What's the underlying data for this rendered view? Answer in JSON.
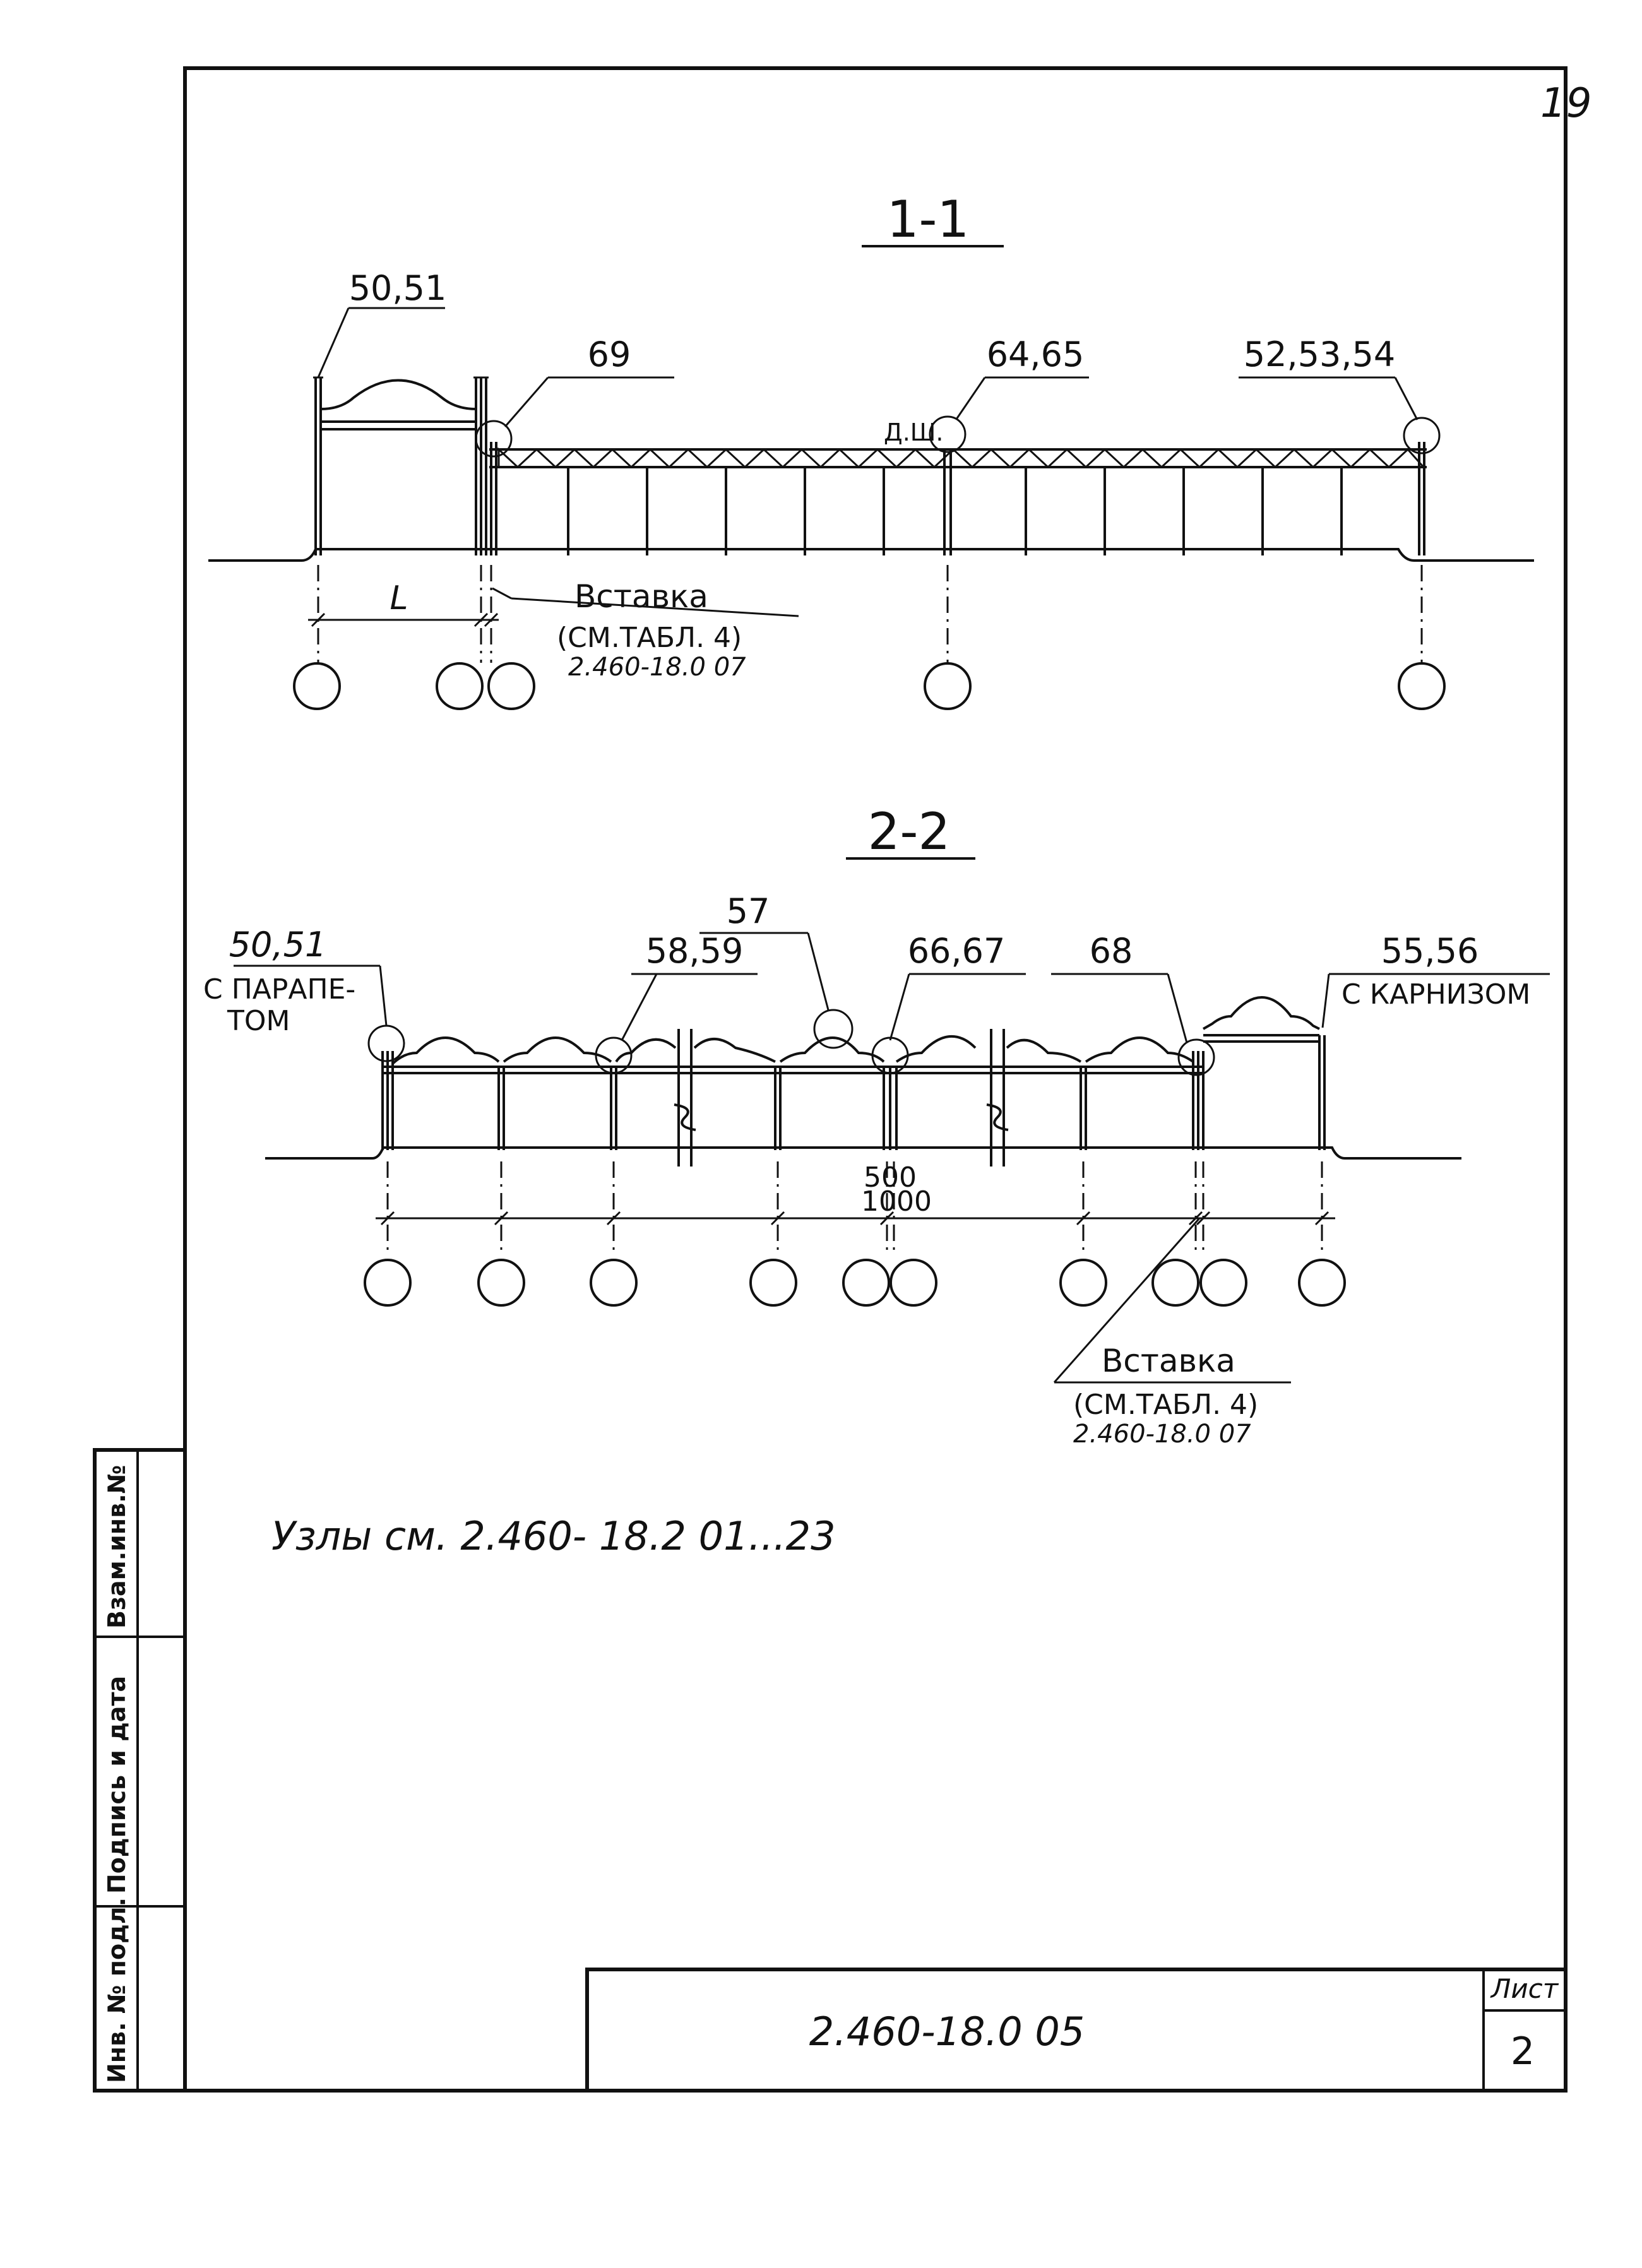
{
  "sheet_number": "19",
  "section_1": {
    "title": "1-1",
    "labels": {
      "left_wall": "50,51",
      "joint_69": "69",
      "middle": "64,65",
      "right": "52,53,54",
      "dsh": "Д.Ш.",
      "span": "L"
    },
    "insert": {
      "title": "Вставка",
      "ref": "(СМ.ТАБЛ. 4)",
      "doc": "2.460-18.0 07"
    }
  },
  "section_2": {
    "title": "2-2",
    "labels": {
      "left": "50,51",
      "left_note_1": "С ПАРАПЕ-",
      "left_note_2": "ТОМ",
      "n57": "57",
      "n5859": "58,59",
      "n6667": "66,67",
      "n68": "68",
      "right": "55,56",
      "right_note": "С КАРНИЗОМ"
    },
    "dims": {
      "d500": "500",
      "d1000": "1000"
    },
    "insert": {
      "title": "Вставка",
      "ref": "(СМ.ТАБЛ. 4)",
      "doc": "2.460-18.0 07"
    }
  },
  "nodes_note": "Узлы см. 2.460- 18.2 01...23",
  "side_stamp": {
    "inv_podl": "Инв. № подл.",
    "podpis": "Подпись и дата",
    "vzam": "Взам.инв.№"
  },
  "title_block": {
    "doc_code": "2.460-18.0 05",
    "sheet_label": "Лист",
    "sheet": "2"
  }
}
